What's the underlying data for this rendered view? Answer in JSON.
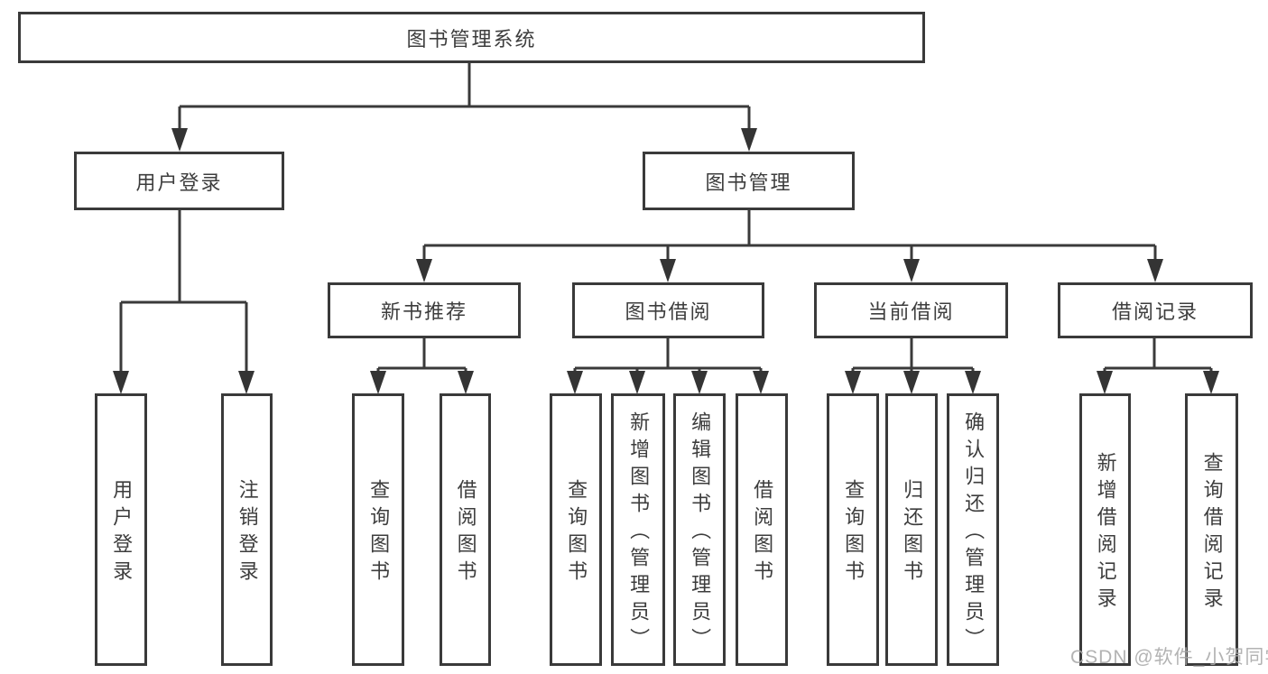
{
  "tree": {
    "root": {
      "label": "图书管理系统",
      "children": [
        {
          "label": "用户登录",
          "children": [
            {
              "label": "用户登录"
            },
            {
              "label": "注销登录"
            }
          ]
        },
        {
          "label": "图书管理",
          "children": [
            {
              "label": "新书推荐",
              "children": [
                {
                  "label": "查询图书"
                },
                {
                  "label": "借阅图书"
                }
              ]
            },
            {
              "label": "图书借阅",
              "children": [
                {
                  "label": "查询图书"
                },
                {
                  "label": "新增图书（管理员）"
                },
                {
                  "label": "编辑图书（管理员）"
                },
                {
                  "label": "借阅图书"
                }
              ]
            },
            {
              "label": "当前借阅",
              "children": [
                {
                  "label": "查询图书"
                },
                {
                  "label": "归还图书"
                },
                {
                  "label": "确认归还（管理员）"
                }
              ]
            },
            {
              "label": "借阅记录",
              "children": [
                {
                  "label": "新增借阅记录"
                },
                {
                  "label": "查询借阅记录"
                }
              ]
            }
          ]
        }
      ]
    }
  },
  "watermark": "CSDN @软件_小贺同学",
  "colors": {
    "line": "#3a3a3a",
    "text": "#3d3d3d",
    "box_background": "#ffffff",
    "watermark": "#a8a8a8",
    "background": "#ffffff"
  }
}
